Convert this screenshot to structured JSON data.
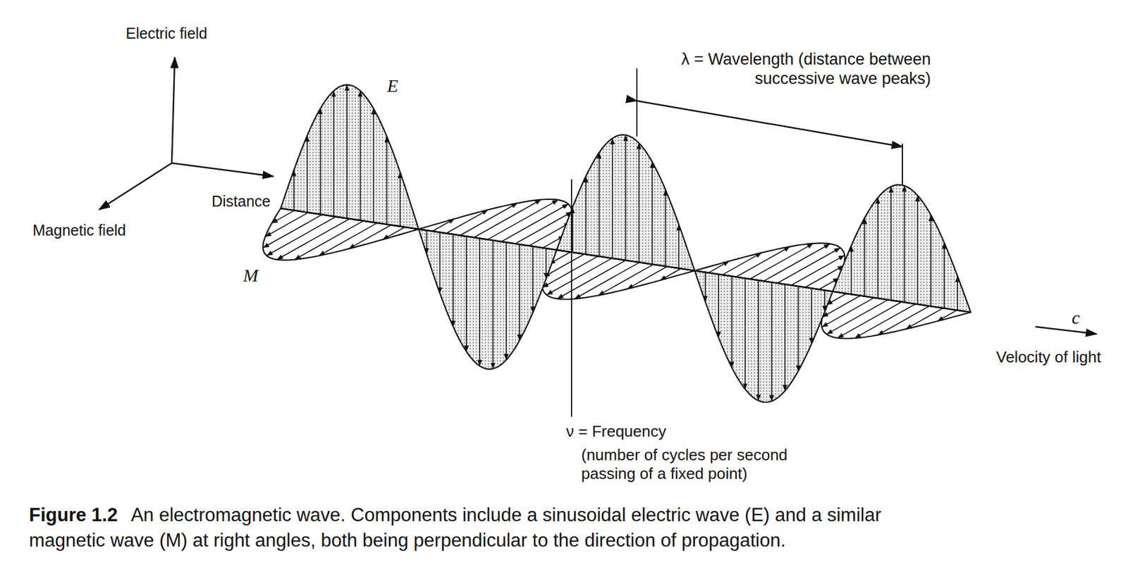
{
  "diagram": {
    "caption": "An electromagnetic wave. Components include a sinusoidal electric wave (E) and a similar magnetic wave (M) at right angles, both being perpendicular to the direction of propagation.",
    "labels": [
      "Electric field",
      "E",
      "λ = Wavelength (distance between successive wave peaks)",
      "Distance",
      "Magnetic field",
      "M",
      "c",
      "Velocity of light",
      "ν = Frequency",
      "(number of cycles per second passing of a fixed point)",
      "Figure 1.2"
    ]
  }
}
